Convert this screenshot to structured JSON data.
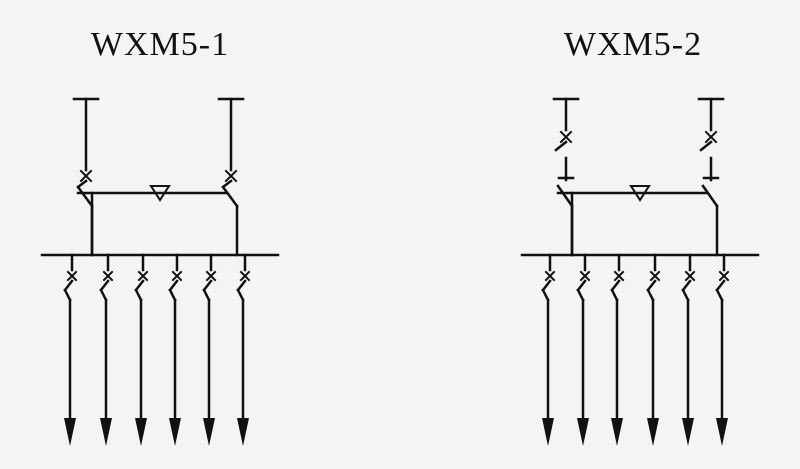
{
  "panels": [
    {
      "id": "left",
      "title": "WXM5-1",
      "type": "breaker",
      "outgoing_feeders": 6,
      "color": "#111111"
    },
    {
      "id": "right",
      "title": "WXM5-2",
      "type": "breaker-with-switch",
      "outgoing_feeders": 6,
      "color": "#111111"
    }
  ],
  "background": "#f4f4f4"
}
